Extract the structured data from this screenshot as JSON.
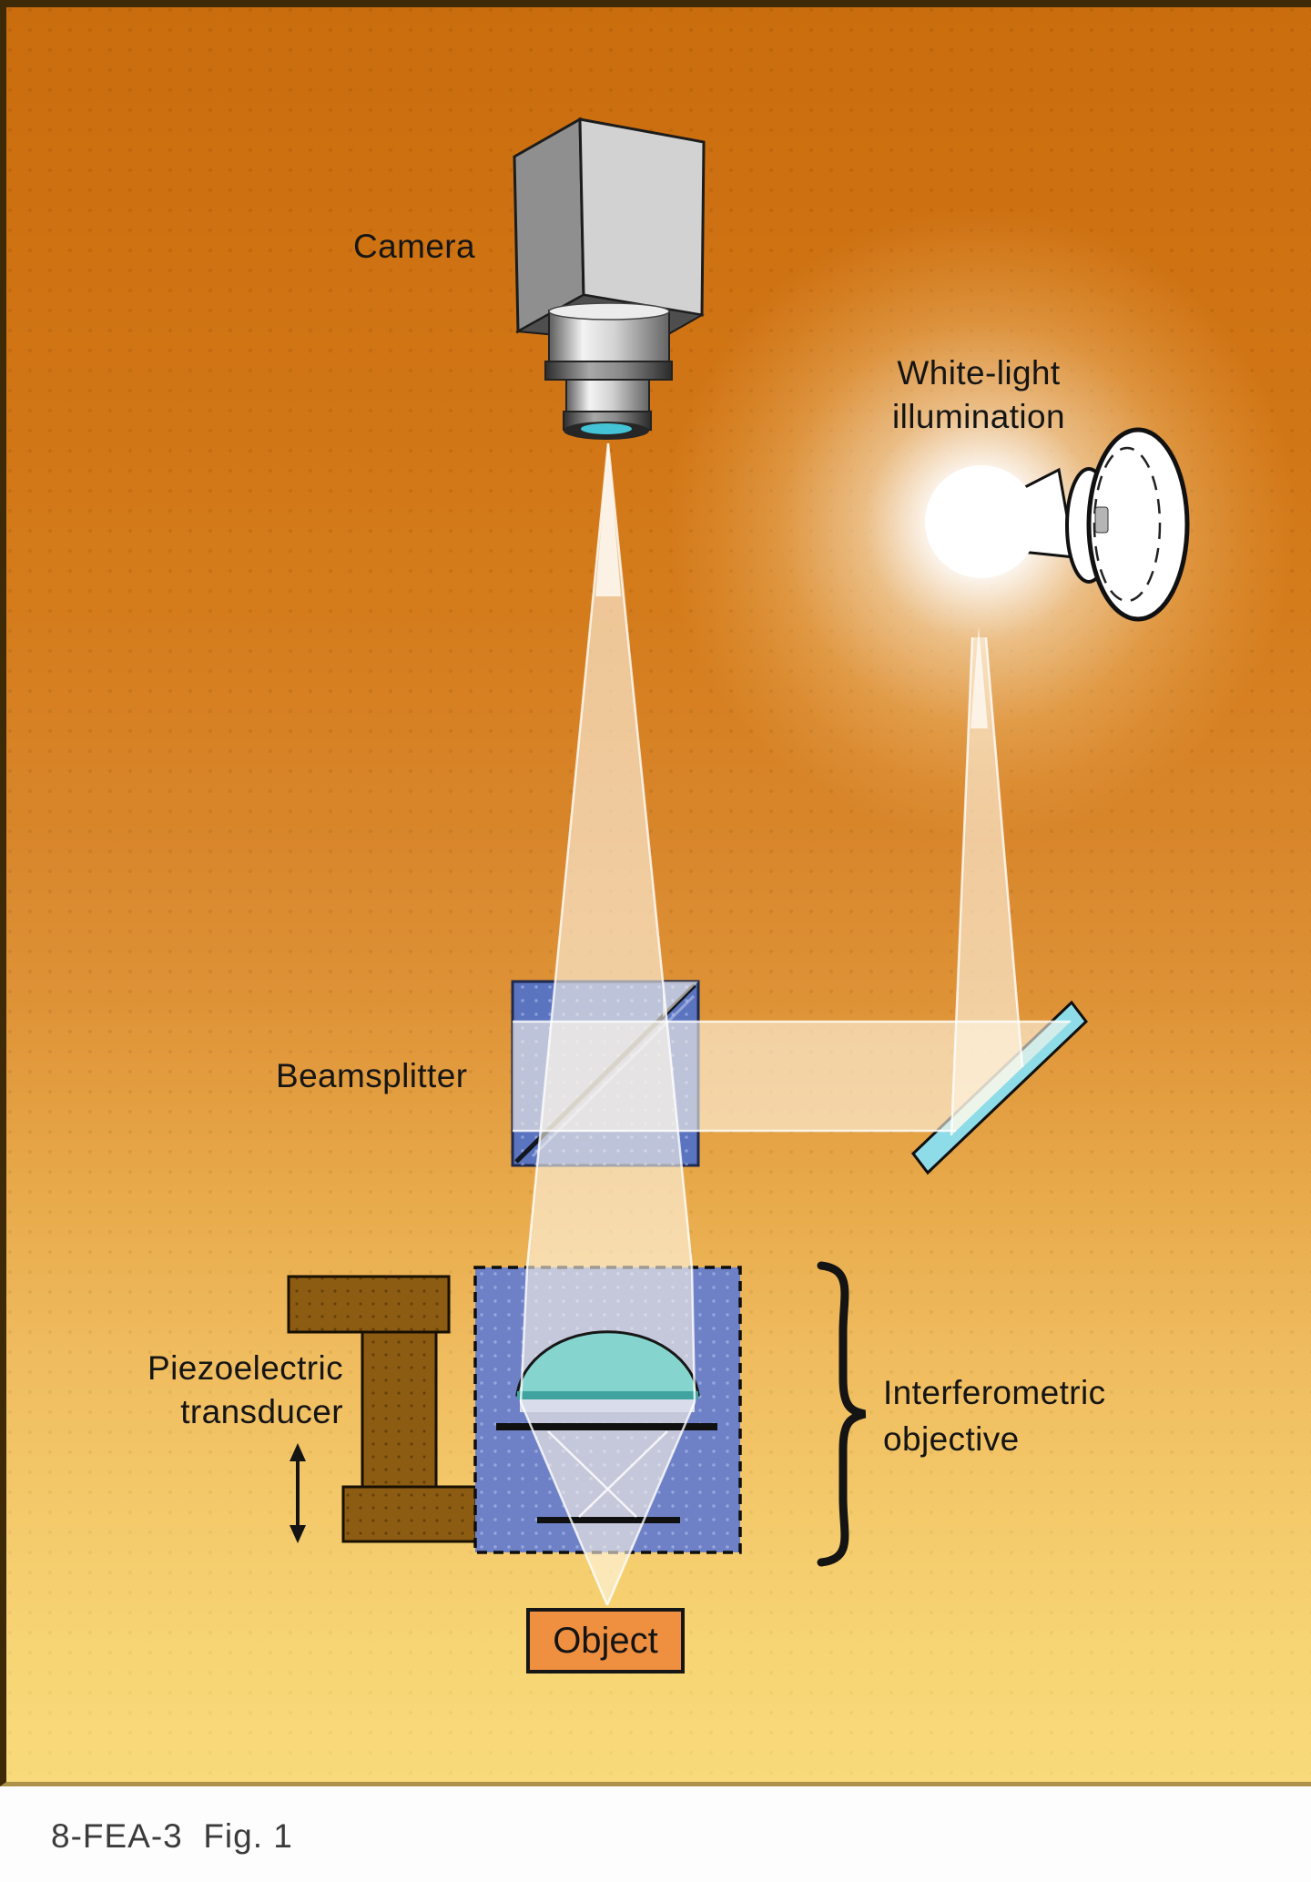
{
  "figure": {
    "caption": "8-FEA-3  Fig. 1"
  },
  "labels": {
    "camera": "Camera",
    "white_light_line1": "White-light",
    "white_light_line2": "illumination",
    "beamsplitter": "Beamsplitter",
    "piezo_line1": "Piezoelectric",
    "piezo_line2": "transducer",
    "objective_line1": "Interferometric",
    "objective_line2": "objective",
    "object_box": "Object"
  },
  "colors": {
    "background_top": "#cc6f10",
    "background_bottom": "#f8da7b",
    "beamsplitter_cube": "#5b74c0",
    "beam_column": "#ccd2ea",
    "objective_box": "#6e81c6",
    "lens_dome": "#85d5ce",
    "fold_mirror": "#8edce8",
    "transducer": "#8d5c13",
    "object_fill": "#ef9040",
    "bulb": "#ffffff",
    "camera_face_light": "#d2d2d2",
    "camera_face_dark": "#8f8f8f"
  }
}
